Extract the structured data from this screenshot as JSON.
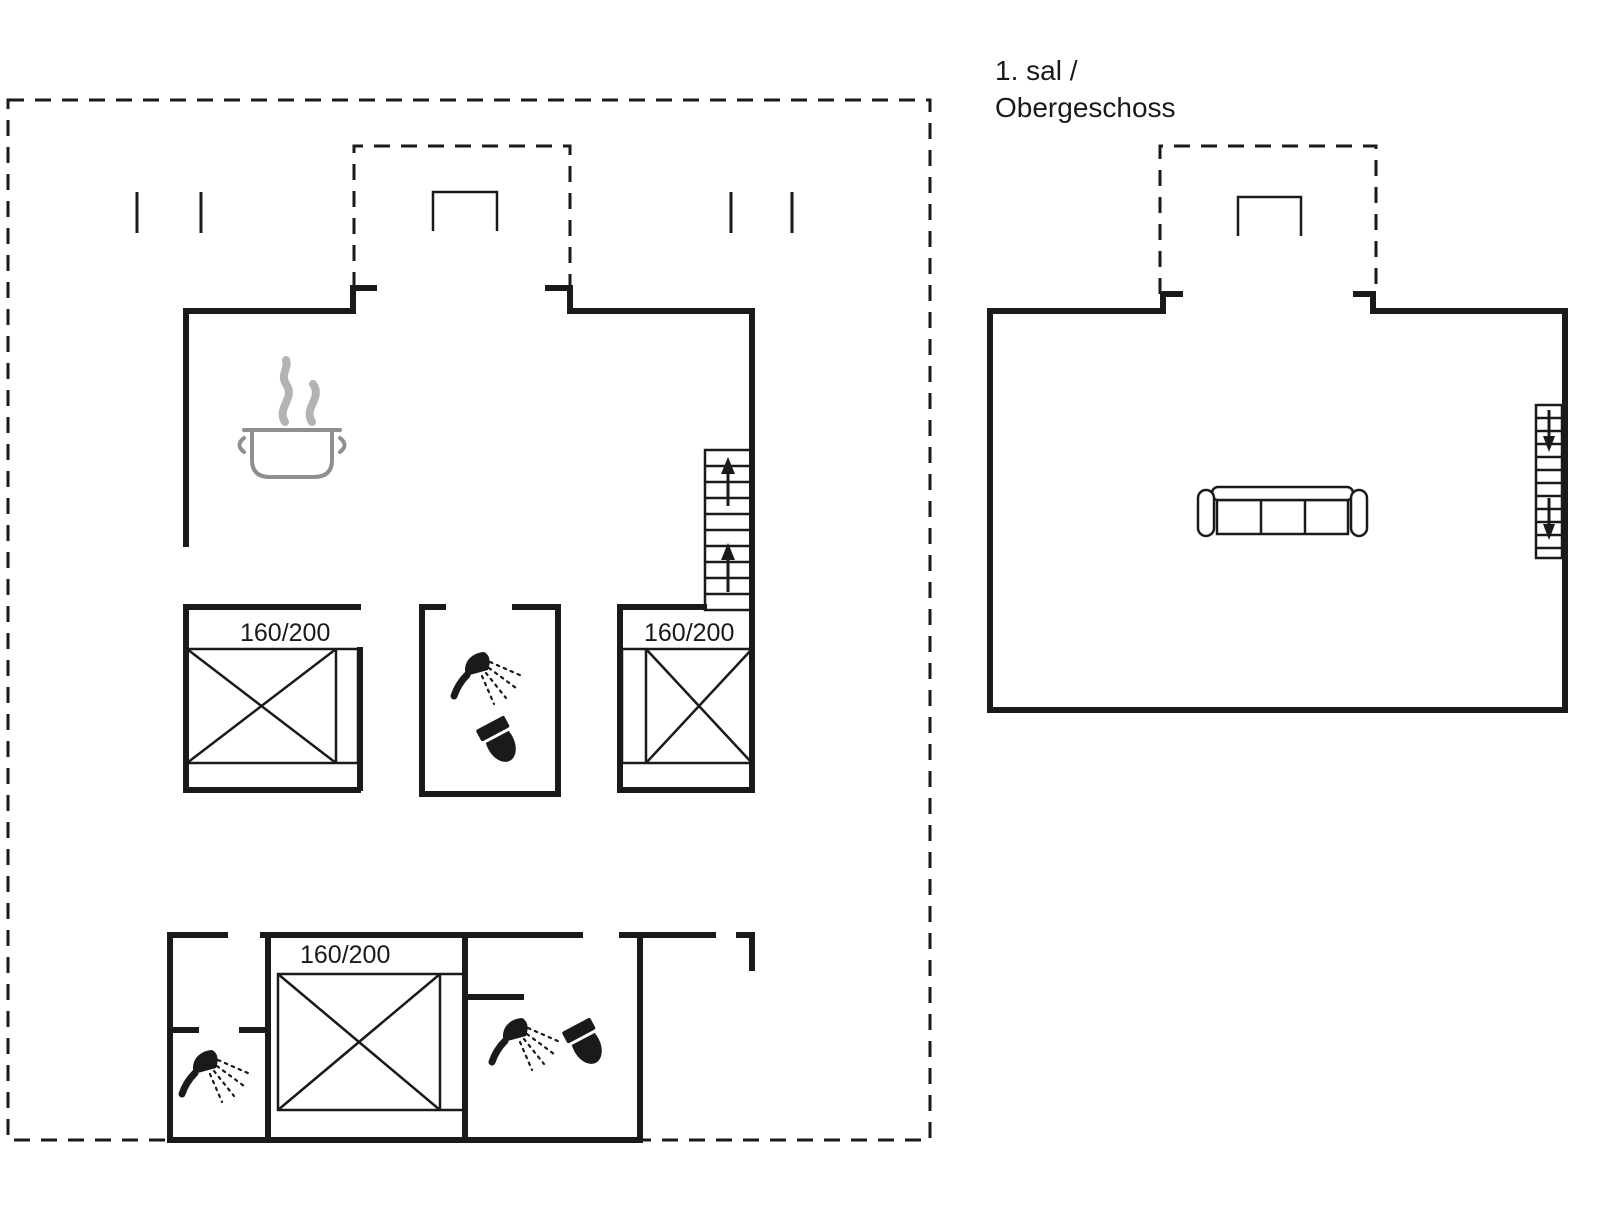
{
  "upper_floor_label": {
    "line1": "1. sal /",
    "line2": "Obergeschoss"
  },
  "beds": {
    "bedroom_left": {
      "size_label": "160/200"
    },
    "bedroom_right": {
      "size_label": "160/200"
    },
    "bedroom_bottom": {
      "size_label": "160/200"
    }
  },
  "icons": [
    "cooking-pot-icon",
    "steam-icon",
    "staircase-up-icon",
    "staircase-down-icon",
    "shower-icon",
    "toilet-icon",
    "double-bed-icon",
    "sofa-icon",
    "chimney-outline",
    "window-tick-marks"
  ],
  "colors": {
    "line": "#1a1a1a",
    "steam": "#b3b3b3",
    "pot": "#8f8f8f",
    "background": "#ffffff"
  }
}
